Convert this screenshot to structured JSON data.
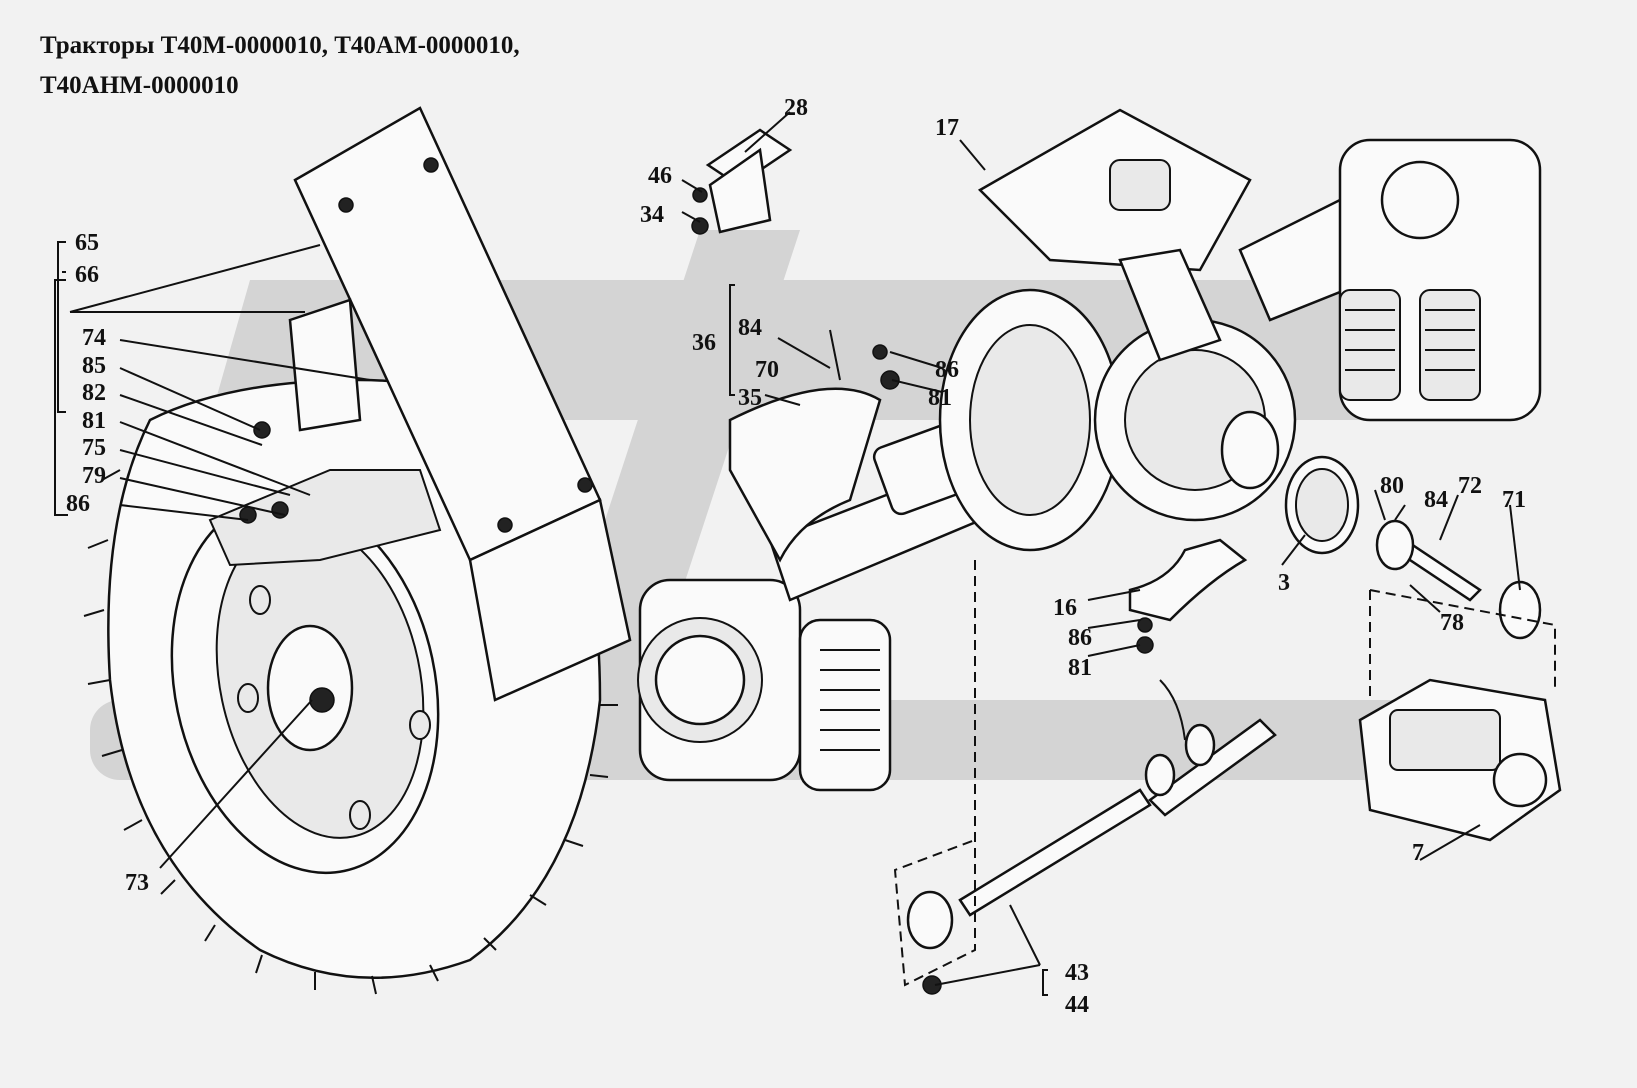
{
  "title": {
    "line1": "Тракторы Т40М-0000010, Т40АМ-0000010,",
    "line2": "Т40АНМ-0000010"
  },
  "labels": {
    "l3": "3",
    "l7": "7",
    "l16": "16",
    "l17": "17",
    "l28": "28",
    "l34": "34",
    "l35": "35",
    "l36": "36",
    "l43": "43",
    "l44": "44",
    "l46": "46",
    "l65": "65",
    "l66": "66",
    "l70": "70",
    "l71": "71",
    "l72": "72",
    "l73": "73",
    "l74": "74",
    "l75": "75",
    "l78": "78",
    "l79": "79",
    "l80": "80",
    "l81a": "81",
    "l81b": "81",
    "l81c": "81",
    "l82": "82",
    "l84a": "84",
    "l84b": "84",
    "l85": "85",
    "l86a": "86",
    "l86b": "86",
    "l86c": "86"
  }
}
